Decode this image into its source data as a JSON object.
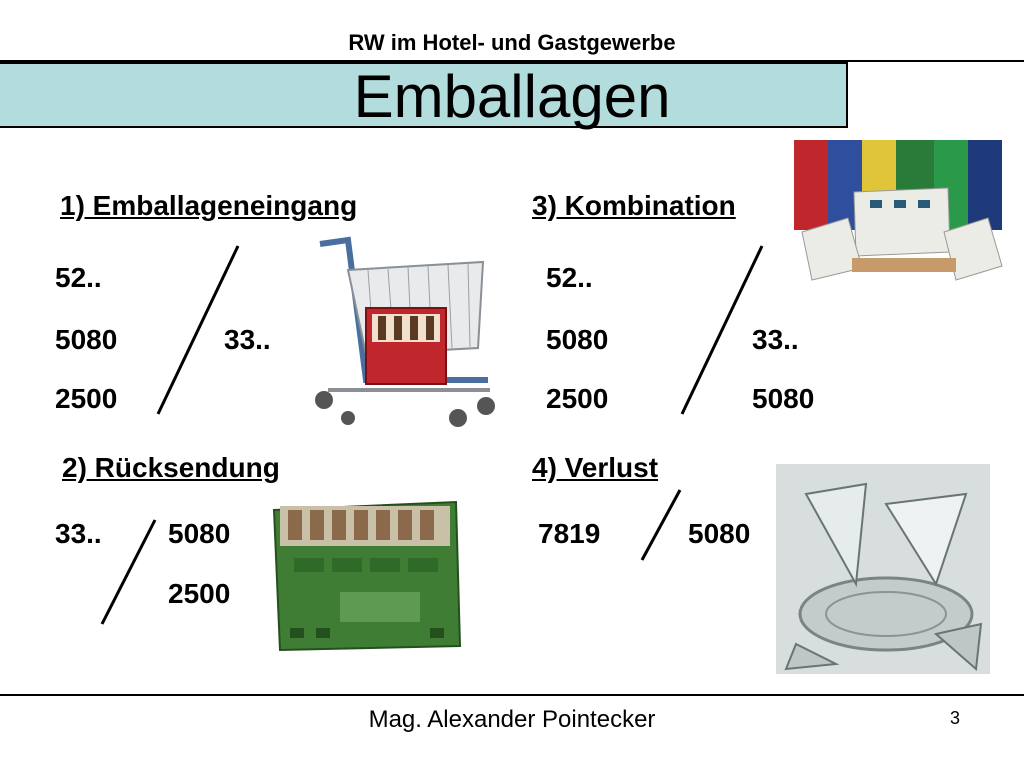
{
  "header": {
    "course": "RW im Hotel- und Gastgewerbe"
  },
  "title": "Emballagen",
  "sections": {
    "s1": {
      "heading": "1) Emballageneingang",
      "left": [
        "52..",
        "5080",
        "2500"
      ],
      "right": [
        "33.."
      ]
    },
    "s2": {
      "heading": "2) Rücksendung",
      "left": [
        "33.."
      ],
      "right": [
        "5080",
        "2500"
      ]
    },
    "s3": {
      "heading": "3) Kombination",
      "left": [
        "52..",
        "5080",
        "2500"
      ],
      "right": [
        "33..",
        "5080"
      ]
    },
    "s4": {
      "heading": "4) Verlust",
      "left": [
        "7819"
      ],
      "right": [
        "5080"
      ]
    }
  },
  "images": {
    "cart": "shopping-cart-with-crate",
    "crate": "green-bottle-crate",
    "pallet": "stacked-beverage-crates-on-pallet",
    "glass": "broken-glass"
  },
  "footer": {
    "author": "Mag. Alexander Pointecker",
    "page": "3"
  }
}
